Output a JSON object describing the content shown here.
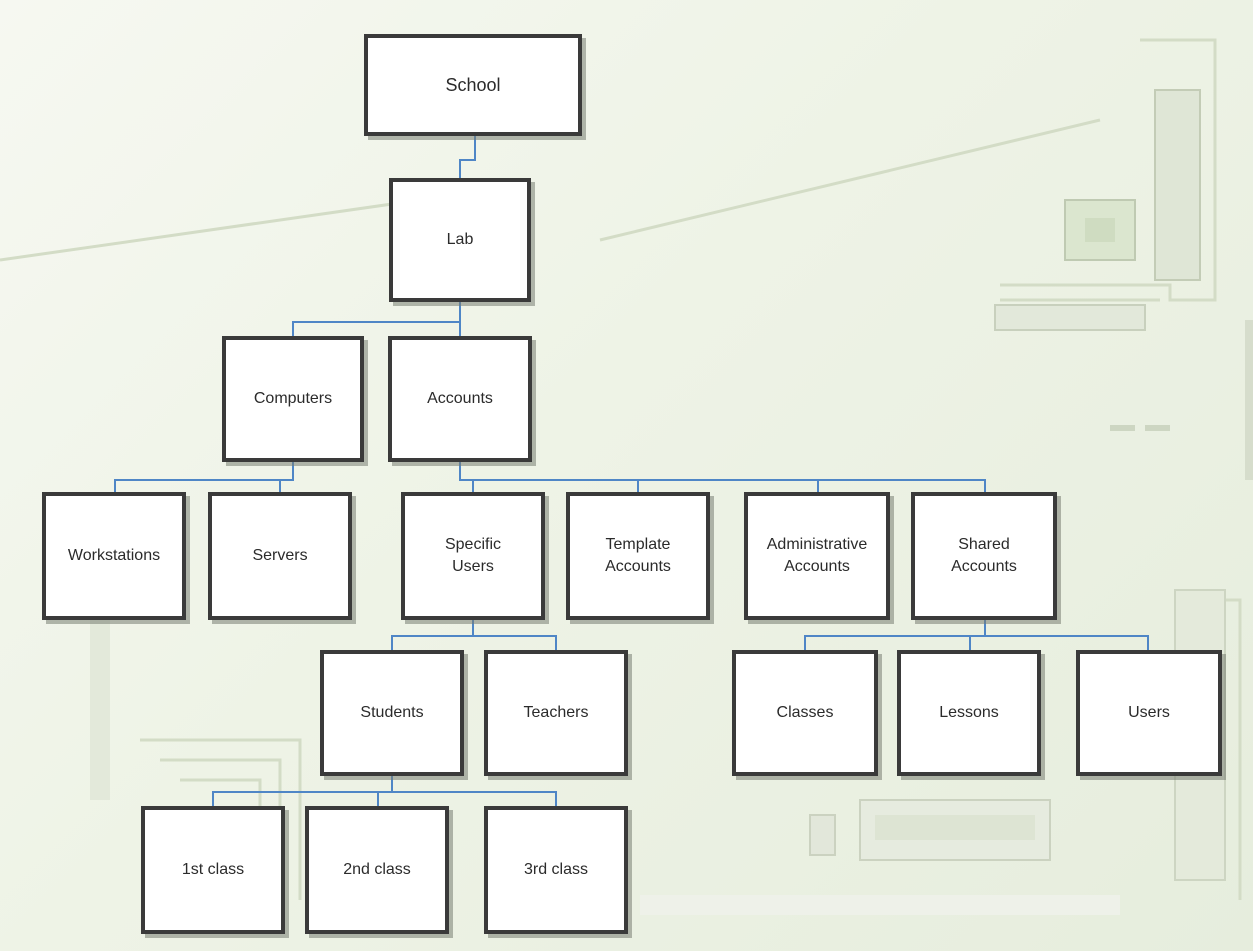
{
  "colors": {
    "connector": "#4f86c6",
    "box_border": "#3a3a3a",
    "background": "#eef3e6"
  },
  "diagram": {
    "school": "School",
    "lab": "Lab",
    "computers": "Computers",
    "accounts": "Accounts",
    "workstations": "Workstations",
    "servers": "Servers",
    "specific_users": "Specific\nUsers",
    "template_accounts": "Template\nAccounts",
    "administrative_accounts": "Administrative\nAccounts",
    "shared_accounts": "Shared\nAccounts",
    "students": "Students",
    "teachers": "Teachers",
    "classes": "Classes",
    "lessons": "Lessons",
    "users": "Users",
    "class_1": "1st class",
    "class_2": "2nd class",
    "class_3": "3rd class"
  }
}
